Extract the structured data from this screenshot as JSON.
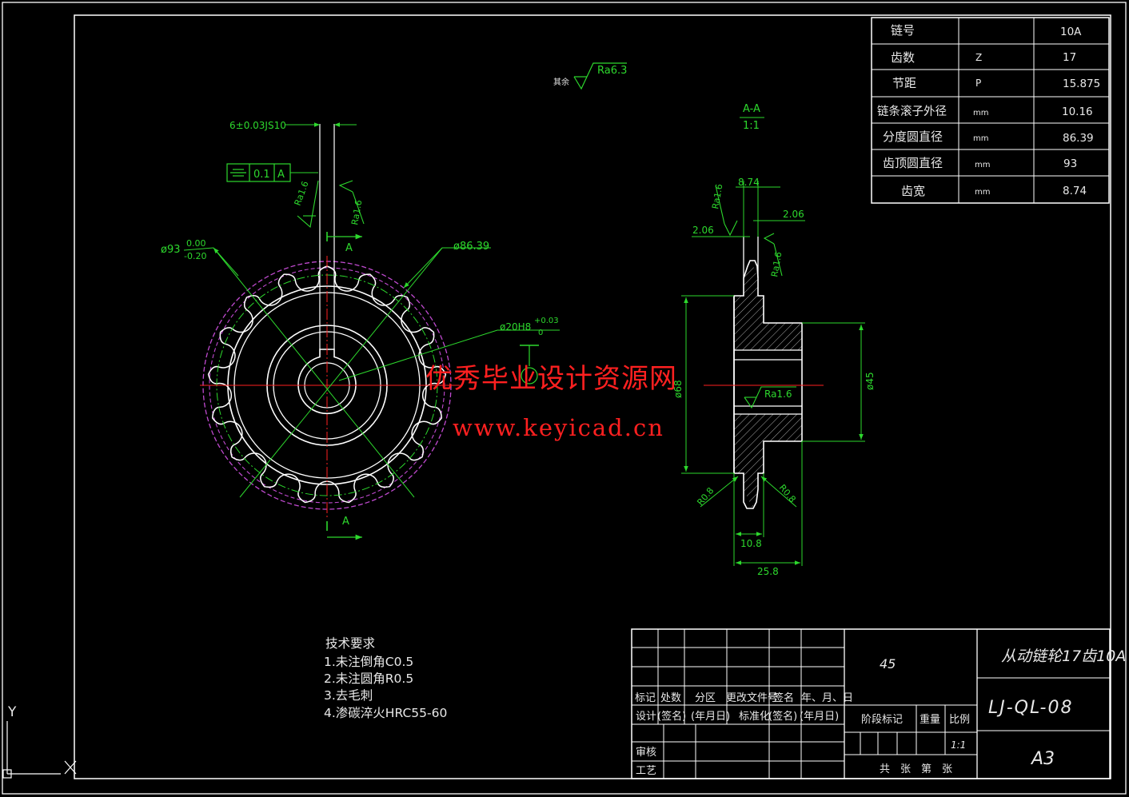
{
  "param_table": {
    "rows": [
      {
        "label": "链号",
        "symbol": "",
        "value": "10A"
      },
      {
        "label": "齿数",
        "symbol": "Z",
        "value": "17"
      },
      {
        "label": "节距",
        "symbol": "P",
        "value": "15.875"
      },
      {
        "label": "链条滚子外径",
        "symbol": "mm",
        "value": "10.16"
      },
      {
        "label": "分度圆直径",
        "symbol": "mm",
        "value": "86.39"
      },
      {
        "label": "齿顶圆直径",
        "symbol": "mm",
        "value": "93"
      },
      {
        "label": "齿宽",
        "symbol": "mm",
        "value": "8.74"
      }
    ]
  },
  "front_view": {
    "keyway_dim": "6±0.03JS10",
    "tolerance_value": "0.1",
    "datum": "A",
    "roughness_a": "Ra1.6",
    "roughness_b": "Ra1.6",
    "od_label": "ø93",
    "od_tol_upper": "0.00",
    "od_tol_lower": "-0.20",
    "pitch_dia": "ø86.39",
    "bore_label": "ø20H8",
    "bore_tol_upper": "+0.03",
    "bore_tol_lower": "0",
    "section_top": "A",
    "section_bottom": "A"
  },
  "surface_note": {
    "prefix": "其余",
    "roughness": "Ra6.3"
  },
  "section_view": {
    "title": "A-A",
    "scale": "1:1",
    "tooth_width": "8.74",
    "chamfer_left": "2.06",
    "chamfer_right": "2.06",
    "ra_top": "Ra1.6",
    "ra_side": "Ra1.6",
    "ra_bore": "Ra1.6",
    "dia_68": "ø68",
    "dia_45": "ø45",
    "r_left": "R0.8",
    "r_right": "R0.8",
    "width_108": "10.8",
    "width_258": "25.8"
  },
  "tech_requirements": {
    "title": "技术要求",
    "items": [
      "1.未注倒角C0.5",
      "2.未注圆角R0.5",
      "3.去毛刺",
      "4.渗碳淬火HRC55-60"
    ]
  },
  "title_block": {
    "material": "45",
    "part_name": "从动链轮17齿10A",
    "drawing_no": "LJ-QL-08",
    "sheet_size": "A3",
    "scale_value": "1:1",
    "headers": [
      "标记",
      "处数",
      "分区",
      "更改文件号",
      "签名",
      "年、月、日"
    ],
    "design_row": [
      "设计",
      "(签名)",
      "(年月日)",
      "标准化",
      "(签名)",
      "(年月日)"
    ],
    "stage_mark": "阶段标记",
    "weight": "重量",
    "scale_label": "比例",
    "review": "审核",
    "process": "工艺",
    "sheets": "共　张　第　张"
  },
  "watermark": {
    "line1": "优秀毕业设计资源网",
    "line2": "www.keyicad.cn"
  },
  "ucs": {
    "y_axis": "Y"
  },
  "colors": {
    "outline": "#ffffff",
    "dimension": "#2dd82d",
    "center": "#ff2020",
    "addendum_circle": "#c04ad0",
    "watermark": "#ff2020"
  }
}
